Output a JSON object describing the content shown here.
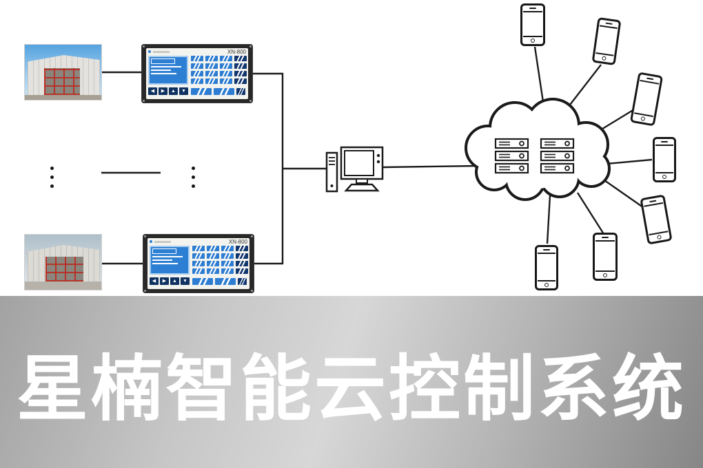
{
  "banner": {
    "title": "星楠智能云控制系统",
    "text_color": "#ffffff"
  },
  "devices": {
    "controllers": [
      {
        "model": "XN-800"
      },
      {
        "model": "XN-800"
      }
    ],
    "nav_arrows": [
      "◀",
      "▶",
      "▲",
      "▼"
    ],
    "key_color": "#2d7dd2",
    "key_dark_color": "#12366e",
    "screen_color": "#2d7fd4"
  },
  "network": {
    "phone_count": 7,
    "cloud_server_count": 6,
    "line_color": "#1a1a1a"
  }
}
